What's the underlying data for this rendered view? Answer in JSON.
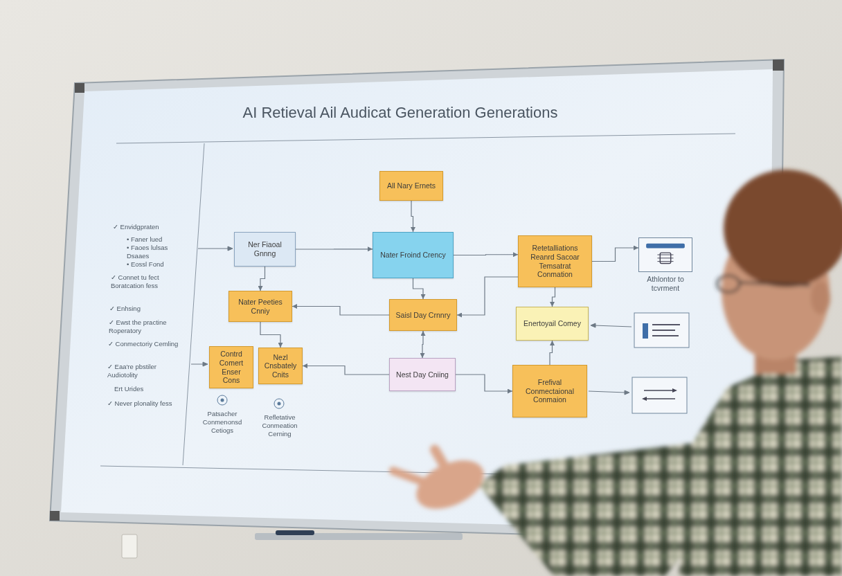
{
  "diagram": {
    "title": "AI Retieval Ail Audicat Generation Generations",
    "nodes": [
      {
        "text": [
          "All Nary Ernets"
        ]
      },
      {
        "text": [
          "Ner Fiaoal Gnnng"
        ]
      },
      {
        "text": [
          "Nater Froind Crency"
        ]
      },
      {
        "text": [
          "Retetalliations Reanrd Sacoar Temsatrat Conmation"
        ]
      },
      {
        "text": [
          "Athlontor to tcvrment"
        ]
      },
      {
        "text": [
          "Nater Peeties Cnniy"
        ]
      },
      {
        "text": [
          "Saisl Day Crnnry"
        ]
      },
      {
        "text": [
          "Enertoyail Comey"
        ]
      },
      {
        "text": [
          "Contrd Comert Enser Cons"
        ]
      },
      {
        "text": [
          "Nezl Cnsbately Cnits"
        ]
      },
      {
        "text": [
          "Nest Day Cniing"
        ]
      },
      {
        "text": [
          "Frefival Conmectaional Conmaion"
        ]
      }
    ],
    "edges": [
      {
        "from": 0,
        "to": 2,
        "arrow": "to"
      },
      {
        "from": 1,
        "to": 2,
        "arrow": "to"
      },
      {
        "from": 1,
        "to": 5,
        "arrow": "to"
      },
      {
        "from": 2,
        "to": 3,
        "arrow": "to"
      },
      {
        "from": 2,
        "to": 6,
        "arrow": "to"
      },
      {
        "from": 3,
        "to": 4,
        "arrow": "to"
      },
      {
        "from": 3,
        "to": 7,
        "arrow": "to"
      },
      {
        "from": 5,
        "to": 9,
        "arrow": "to"
      },
      {
        "from": 6,
        "to": 5,
        "arrow": "to"
      },
      {
        "from": 3,
        "to": 6,
        "arrow": "to"
      },
      {
        "from": 6,
        "to": 10,
        "arrow": "both"
      },
      {
        "from": 10,
        "to": 9,
        "arrow": "to"
      },
      {
        "from": 10,
        "to": 11,
        "arrow": "to"
      },
      {
        "from": 11,
        "to": 7,
        "arrow": "to"
      }
    ],
    "labels": [
      "✓ Envidgpraten",
      "• Faner lued",
      "• Faoes lulsas Dsaaes",
      "• Eossl Fond",
      "✓ Connet tu fect Boratcation fess",
      "✓ Enhsing",
      "✓ Ewst the practine Roperatory",
      "✓ Conmectoriy Cemling",
      "✓ Eaa're pbstiler Audiotolity",
      "Ert Urides",
      "✓ Never plonality fess",
      "Patsacher Conmenonsd Cetiogs",
      "Refletative Conmeation Cerning"
    ]
  }
}
